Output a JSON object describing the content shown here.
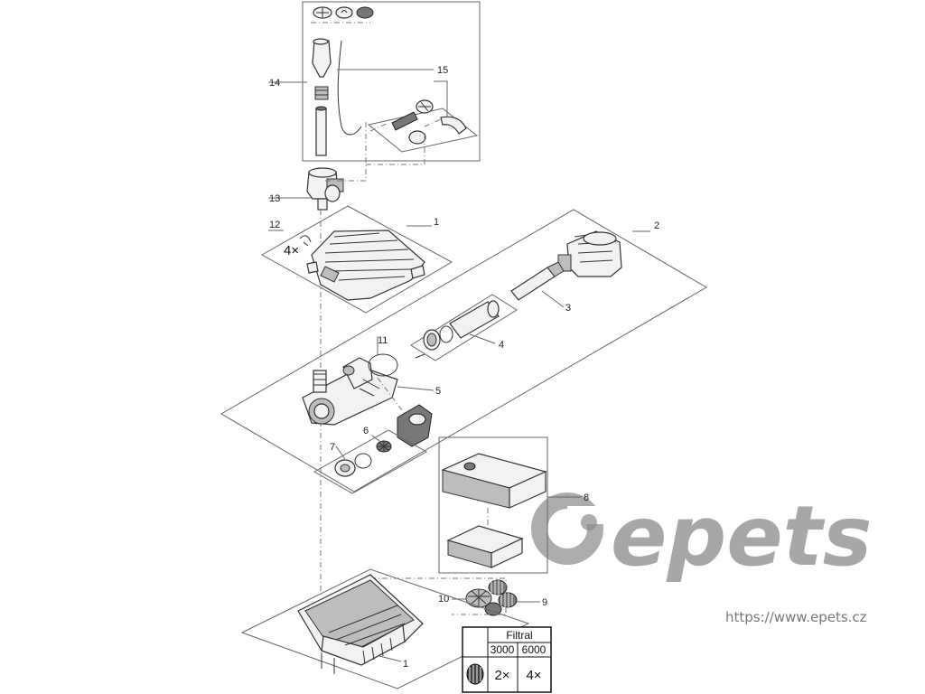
{
  "labels": {
    "p1a": "1",
    "p1b": "1",
    "p2": "2",
    "p3": "3",
    "p4": "4",
    "p5": "5",
    "p6": "6",
    "p7": "7",
    "p8": "8",
    "p9": "9",
    "p10": "10",
    "p11": "11",
    "p12": "12",
    "p13": "13",
    "p14": "14",
    "p15": "15"
  },
  "qty_screws": "4×",
  "table": {
    "title": "Filtral",
    "col1": "3000",
    "col2": "6000",
    "val1": "2×",
    "val2": "4×"
  },
  "watermark": {
    "brand": "epets",
    "url": "https://www.epets.cz"
  }
}
